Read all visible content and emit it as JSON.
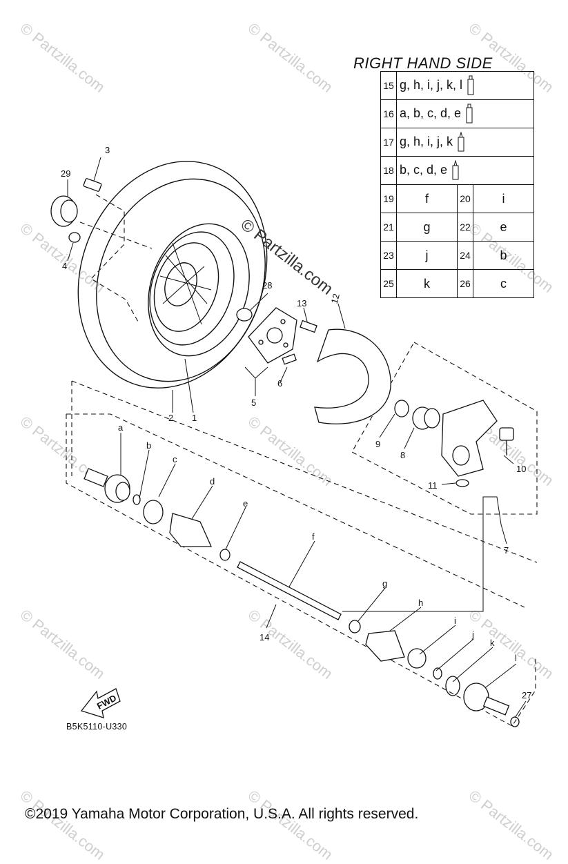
{
  "watermark": {
    "small": "© Partzilla.com",
    "large": "© Partzilla.com"
  },
  "table": {
    "title": "RIGHT HAND SIDE",
    "grease_rows": [
      {
        "num": "15",
        "items": "g, h, i, j, k, l"
      },
      {
        "num": "16",
        "items": "a, b, c, d, e"
      },
      {
        "num": "17",
        "items": "g, h, i, j, k"
      },
      {
        "num": "18",
        "items": "b, c, d, e"
      }
    ],
    "pair_rows": [
      {
        "num1": "19",
        "val1": "f",
        "num2": "20",
        "val2": "i"
      },
      {
        "num1": "21",
        "val1": "g",
        "num2": "22",
        "val2": "e"
      },
      {
        "num1": "23",
        "val1": "j",
        "num2": "24",
        "val2": "b"
      },
      {
        "num1": "25",
        "val1": "k",
        "num2": "26",
        "val2": "c"
      }
    ]
  },
  "callouts": {
    "n1": "1",
    "n2": "2",
    "n3": "3",
    "n4": "4",
    "n5": "5",
    "n6": "6",
    "n7": "7",
    "n8": "8",
    "n9": "9",
    "n10": "10",
    "n11": "11",
    "n12": "12",
    "n13": "13",
    "n14": "14",
    "n27": "27",
    "n28": "28",
    "n29": "29",
    "a": "a",
    "b": "b",
    "c": "c",
    "d": "d",
    "e": "e",
    "f": "f",
    "g": "g",
    "h": "h",
    "i": "i",
    "j": "j",
    "k": "k",
    "l": "l"
  },
  "fwd_label": "FWD",
  "diagram_code": "B5K5110-U330",
  "copyright": "©2019  Yamaha Motor Corporation, U.S.A. All rights reserved."
}
